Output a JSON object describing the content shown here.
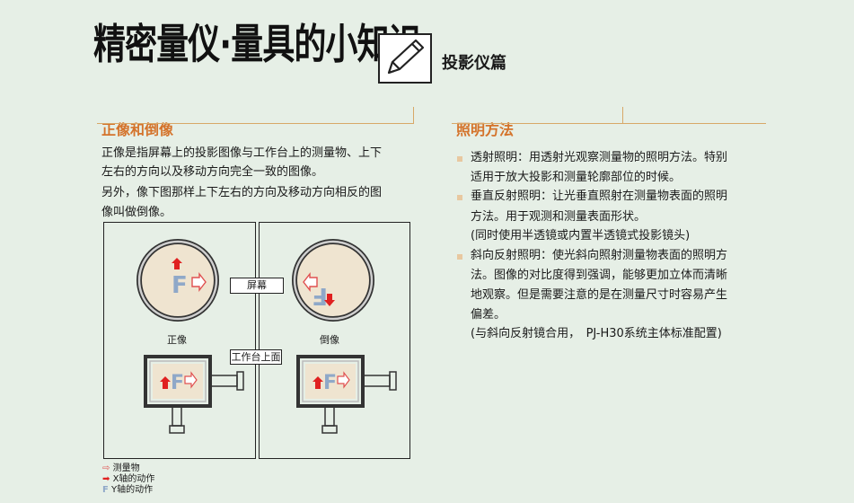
{
  "header": {
    "title": "精密量仪·量具的小知识",
    "subtitle": "投影仪篇"
  },
  "left": {
    "section_title": "正像和倒像",
    "paragraph": [
      "正像是指屏幕上的投影图像与工作台上的测量物、上下",
      "左右的方向以及移动方向完全一致的图像。",
      "另外，像下图那样上下左右的方向及移动方向相反的图",
      "像叫做倒像。"
    ],
    "diagram": {
      "screen_label": "屏幕",
      "stage_label": "工作台上面",
      "normal_caption": "正像",
      "inverted_caption": "倒像",
      "glyph": "F"
    },
    "legend": [
      {
        "icon": "hollow-arrow-icon",
        "label": "测量物"
      },
      {
        "icon": "red-arrow-icon",
        "label": "X轴的动作"
      },
      {
        "icon": "f-glyph-icon",
        "label": "Y轴的动作"
      }
    ]
  },
  "right": {
    "section_title": "照明方法",
    "items": [
      {
        "lines": [
          "透射照明：用透射光观察测量物的照明方法。特别",
          "适用于放大投影和测量轮廓部位的时候。"
        ]
      },
      {
        "lines": [
          "垂直反射照明：让光垂直照射在测量物表面的照明",
          "方法。用于观测和测量表面形状。"
        ]
      },
      {
        "lines": [
          "斜向反射照明：使光斜向照射测量物表面的照明方",
          "法。图像的对比度得到强调，能够更加立体而清晰",
          "地观察。但是需要注意的是在测量尺寸时容易产生",
          "偏差。"
        ]
      }
    ],
    "note_vertical": "(同时使用半透镜或内置半透镜式投影镜头)",
    "note_oblique": "(与斜向反射镜合用，　PJ-H30系统主体标准配置)"
  },
  "colors": {
    "background": "#e6efe6",
    "accent_orange": "#d4732b",
    "arrow_red": "#e02020",
    "glyph_blue": "#8fa8c8",
    "screen_fill": "#efe4d0"
  }
}
